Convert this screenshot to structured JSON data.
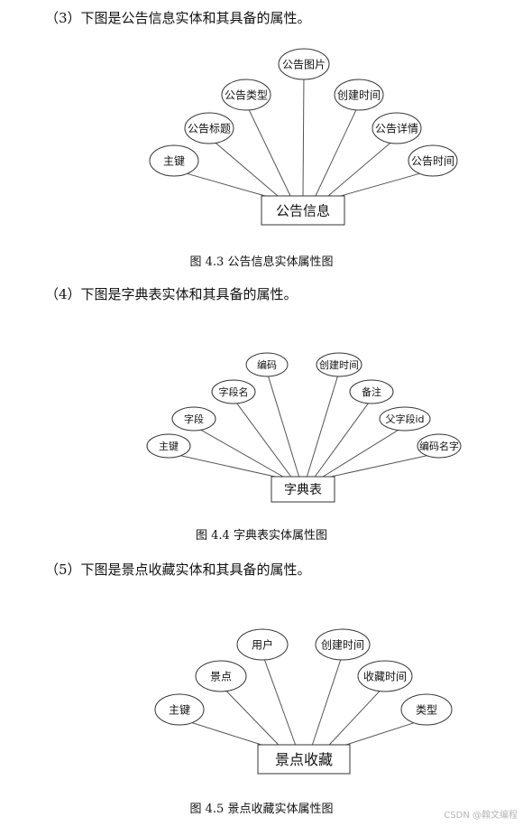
{
  "figures": [
    {
      "heading": "（3）下图是公告信息实体和其具备的属性。",
      "entity": "公告信息",
      "attributes": [
        "主键",
        "公告标题",
        "公告类型",
        "公告图片",
        "创建时间",
        "公告详情",
        "公告时间"
      ],
      "caption": "图 4.3 公告信息实体属性图"
    },
    {
      "heading": "（4）下图是字典表实体和其具备的属性。",
      "entity": "字典表",
      "attributes": [
        "主键",
        "字段",
        "字段名",
        "编码",
        "创建时间",
        "备注",
        "父字段id",
        "编码名字"
      ],
      "caption": "图 4.4 字典表实体属性图"
    },
    {
      "heading": "（5）下图是景点收藏实体和其具备的属性。",
      "entity": "景点收藏",
      "attributes": [
        "主键",
        "景点",
        "用户",
        "创建时间",
        "收藏时间",
        "类型"
      ],
      "caption": "图 4.5 景点收藏实体属性图"
    }
  ],
  "watermark": "CSDN @翰文编程"
}
